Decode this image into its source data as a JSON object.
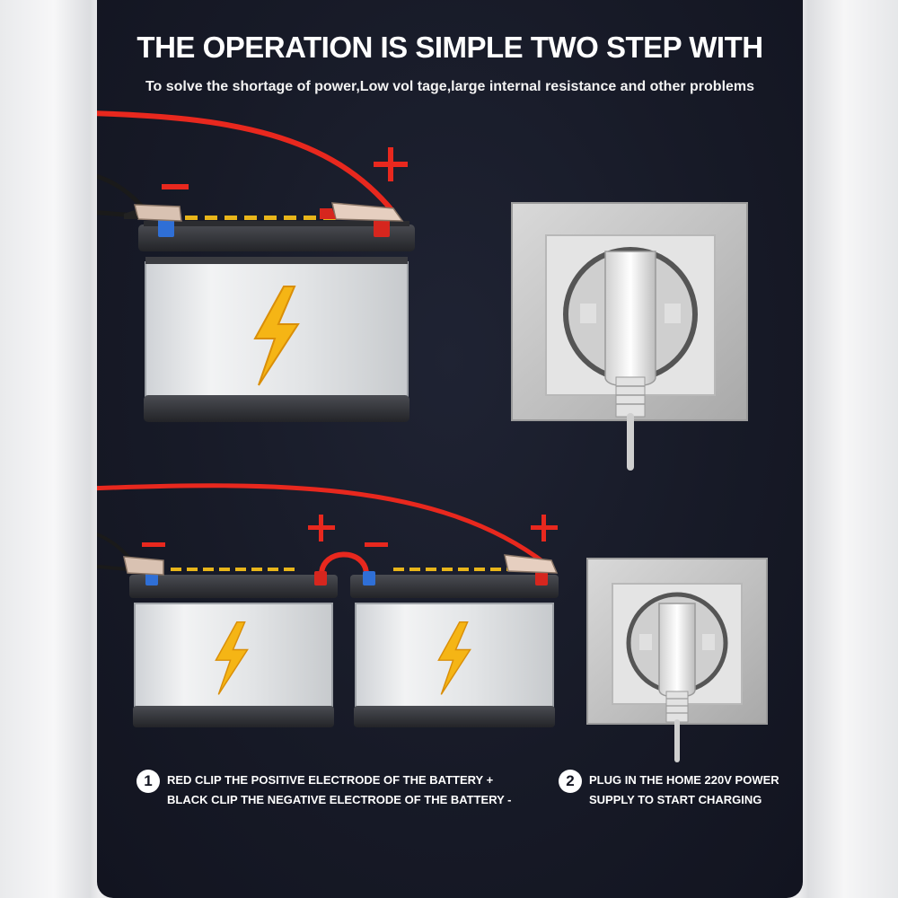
{
  "header": {
    "title": "THE OPERATION IS SIMPLE TWO STEP WITH",
    "subtitle": "To solve the shortage of power,Low vol tage,large internal resistance and other problems"
  },
  "polarity": {
    "negative": "−",
    "positive": "+"
  },
  "steps": [
    {
      "number": "1",
      "line1": "RED CLIP THE POSITIVE ELECTRODE OF THE BATTERY +",
      "line2": "BLACK CLIP THE NEGATIVE ELECTRODE OF THE BATTERY -"
    },
    {
      "number": "2",
      "line1": "PLUG IN THE HOME 220V POWER",
      "line2": "SUPPLY TO START CHARGING"
    }
  ],
  "colors": {
    "panel_bg": "#171a27",
    "red_cable": "#e8281e",
    "bolt": "#f5b515",
    "terminal_neg": "#2f6fd6",
    "terminal_pos": "#d6261e"
  },
  "icons": [
    "battery-icon",
    "lightning-bolt-icon",
    "alligator-clip-icon",
    "wall-socket-icon",
    "power-plug-icon"
  ]
}
